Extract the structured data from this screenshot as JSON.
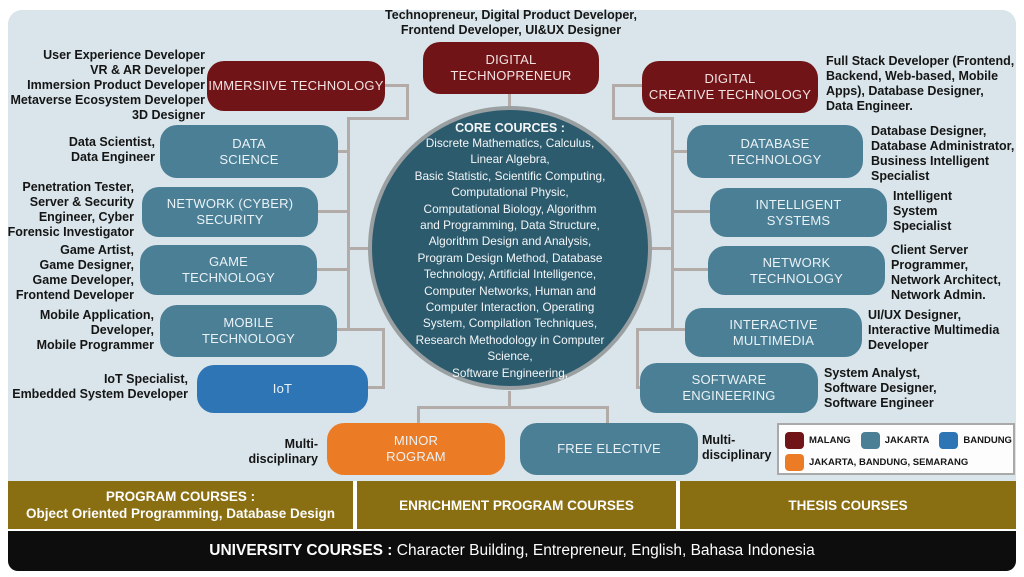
{
  "palette": {
    "malang": "#701417",
    "jakarta": "#4a7f96",
    "bandung": "#2e75b6",
    "multi_city": "#ec7b25",
    "background": "#d9e5ea",
    "circle_fill": "#2d5b6e",
    "connector": "#b3aba7",
    "program_bar": "#8a6f12",
    "university_bar": "#0d0d0d"
  },
  "top": {
    "roles": "Technopreneur, Digital Product Developer,\nFrontend Developer, UI&UX Designer",
    "box": "DIGITAL\nTECHNOPRENEUR"
  },
  "core": {
    "title": "CORE COURCES :",
    "body": "Discrete Mathematics, Calculus,\nLinear Algebra,\nBasic Statistic, Scientific Computing,\nComputational Physic,\nComputational Biology,  Algorithm\nand Programming, Data Structure,\nAlgorithm Design and Analysis,\nProgram Design Method, Database\nTechnology, Artificial Intelligence,\nComputer Networks, Human and\nComputer Interaction, Operating\nSystem, Compilation Techniques,\nResearch Methodology in Computer\nScience,\nSoftware Engineering,"
  },
  "left": {
    "items": [
      {
        "box": "IMMERSIIVE TECHNOLOGY",
        "color": "#701417",
        "roles": "User Experience Developer\nVR & AR Developer\nImmersion Product Developer\nMetaverse Ecosystem Developer\n3D Designer"
      },
      {
        "box": "DATA\nSCIENCE",
        "color": "#4a7f96",
        "roles": "Data Scientist,\nData Engineer"
      },
      {
        "box": "NETWORK (CYBER)\nSECURITY",
        "color": "#4a7f96",
        "roles": "Penetration Tester,\nServer & Security\nEngineer,  Cyber\nForensic Investigator"
      },
      {
        "box": "GAME\nTECHNOLOGY",
        "color": "#4a7f96",
        "roles": "Game Artist,\nGame Designer,\nGame Developer,\nFrontend Developer"
      },
      {
        "box": "MOBILE\nTECHNOLOGY",
        "color": "#4a7f96",
        "roles": "Mobile Application,\nDeveloper,\nMobile Programmer"
      },
      {
        "box": "IoT",
        "color": "#2e75b6",
        "roles": "IoT Specialist,\nEmbedded System Developer"
      }
    ]
  },
  "right": {
    "items": [
      {
        "box": "DIGITAL\nCREATIVE TECHNOLOGY",
        "color": "#701417",
        "roles": "Full Stack Developer (Frontend,\nBackend, Web-based, Mobile\nApps), Database Designer,\nData Engineer."
      },
      {
        "box": "DATABASE\nTECHNOLOGY",
        "color": "#4a7f96",
        "roles": "Database Designer,\nDatabase Administrator,\nBusiness Intelligent\nSpecialist"
      },
      {
        "box": "INTELLIGENT\nSYSTEMS",
        "color": "#4a7f96",
        "roles": "Intelligent\nSystem\nSpecialist"
      },
      {
        "box": "NETWORK\nTECHNOLOGY",
        "color": "#4a7f96",
        "roles": "Client Server\nProgrammer,\nNetwork Architect,\nNetwork Admin."
      },
      {
        "box": "INTERACTIVE\nMULTIMEDIA",
        "color": "#4a7f96",
        "roles": "UI/UX Designer,\nInteractive Multimedia\nDeveloper"
      },
      {
        "box": "SOFTWARE\nENGINEERING",
        "color": "#4a7f96",
        "roles": "System Analyst,\nSoftware Designer,\nSoftware Engineer"
      }
    ]
  },
  "bottom": {
    "minor": {
      "box": "MINOR\nROGRAM",
      "color": "#ec7b25",
      "side": "Multi-\ndisciplinary"
    },
    "free": {
      "box": "FREE ELECTIVE",
      "color": "#4a7f96",
      "side": "Multi-\ndisciplinary"
    }
  },
  "legend": {
    "items": [
      {
        "label": "MALANG",
        "color": "#701417"
      },
      {
        "label": "JAKARTA",
        "color": "#4a7f96"
      },
      {
        "label": "BANDUNG",
        "color": "#2e75b6"
      },
      {
        "label": "JAKARTA, BANDUNG, SEMARANG",
        "color": "#ec7b25"
      }
    ]
  },
  "bars": {
    "program": {
      "title": "PROGRAM COURSES :",
      "subtitle": "Object Oriented Programming, Database Design"
    },
    "enrichment": {
      "label": "ENRICHMENT PROGRAM COURSES"
    },
    "thesis": {
      "label": "THESIS COURSES"
    },
    "university": {
      "title": "UNIVERSITY COURSES :",
      "body": "Character Building, Entrepreneur, English, Bahasa Indonesia"
    }
  }
}
